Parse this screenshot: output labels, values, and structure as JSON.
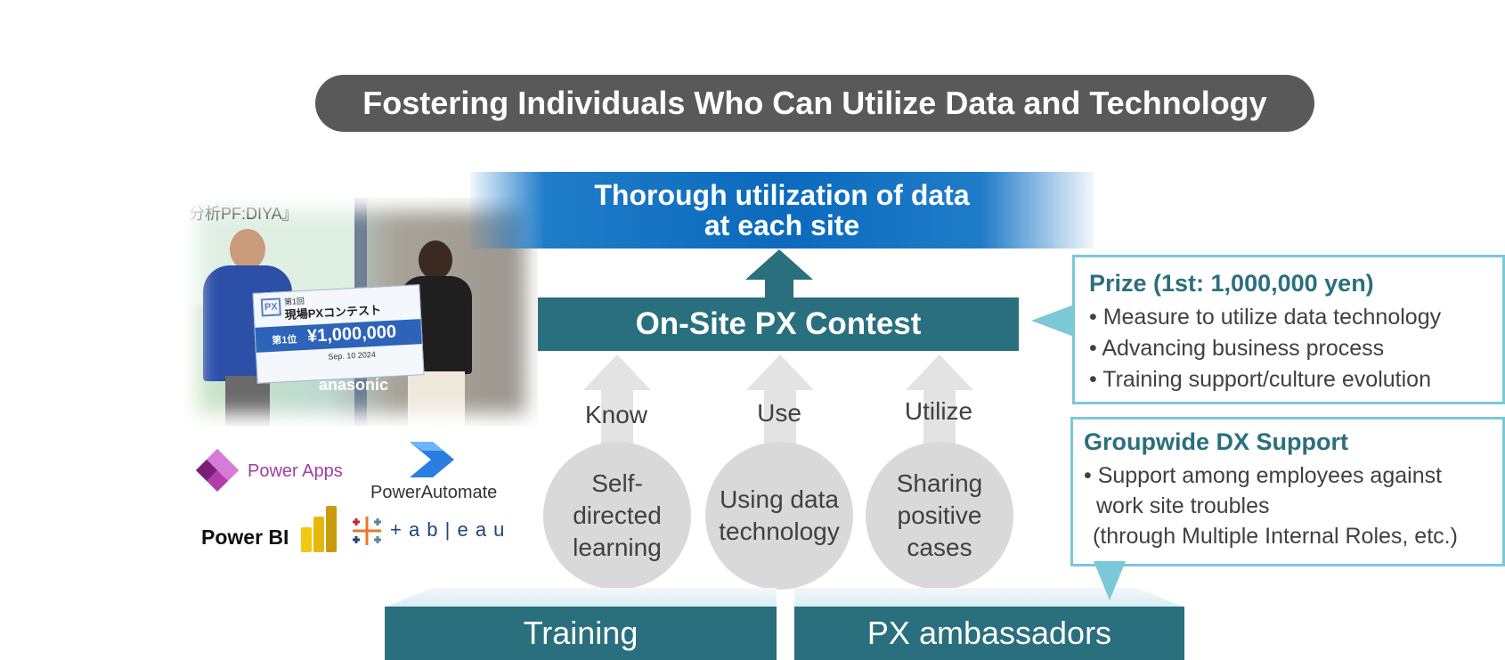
{
  "title": "Fostering Individuals Who Can Utilize Data and Technology",
  "goal": {
    "line1": "Thorough utilization of data",
    "line2": "at each site"
  },
  "contest": {
    "label": "On-Site PX Contest"
  },
  "pillars": [
    {
      "verb": "Know",
      "text": "Self-directed learning"
    },
    {
      "verb": "Use",
      "text": "Using data technology"
    },
    {
      "verb": "Utilize",
      "text": "Sharing positive cases"
    }
  ],
  "bases": {
    "left": "Training",
    "right": "PX ambassadors"
  },
  "prize": {
    "title": "Prize (1st: 1,000,000 yen)",
    "items": [
      "• Measure to utilize data technology",
      "• Advancing business process",
      "• Training support/culture evolution"
    ]
  },
  "support": {
    "title": "Groupwide DX Support",
    "line1": "• Support among employees against",
    "line2": "work site troubles",
    "line3": "(through Multiple Internal Roles, etc.)"
  },
  "photo": {
    "screen_text": "分析PF:DIYA』",
    "board_title": "現場PXコンテスト",
    "board_event": "第1回",
    "board_rank": "第1位",
    "board_amount": "¥1,000,000",
    "board_date": "Sep. 10 2024",
    "backdrop_text": "anasonic"
  },
  "logos": {
    "power_apps": "Power Apps",
    "power_automate": "PowerAutomate",
    "power_bi": "Power BI",
    "tableau": "+ a b | e a u"
  },
  "colors": {
    "teal": "#2a6f7e",
    "pill_gray": "#595959",
    "blue": "#0b6abd",
    "circle_gray": "#d9d9d9",
    "callout_border": "#7bc8d9"
  }
}
